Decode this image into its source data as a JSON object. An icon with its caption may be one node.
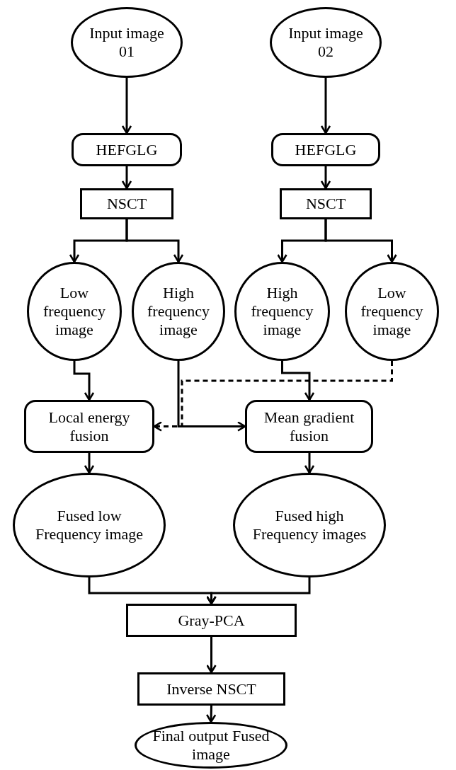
{
  "diagram": {
    "nodes": [
      {
        "text": [
          "Input image 01"
        ]
      },
      {
        "text": [
          "Input image 02"
        ]
      },
      {
        "text": [
          "HEFGLG"
        ]
      },
      {
        "text": [
          "HEFGLG"
        ]
      },
      {
        "text": [
          "NSCT"
        ]
      },
      {
        "text": [
          "NSCT"
        ]
      },
      {
        "text": [
          "Low frequency image"
        ]
      },
      {
        "text": [
          "High frequency image"
        ]
      },
      {
        "text": [
          "High frequency image"
        ]
      },
      {
        "text": [
          "Low frequency image"
        ]
      },
      {
        "text": [
          "Local energy fusion"
        ]
      },
      {
        "text": [
          "Mean gradient fusion"
        ]
      },
      {
        "text": [
          "Fused low Frequency image"
        ]
      },
      {
        "text": [
          "Fused high Frequency images"
        ]
      },
      {
        "text": [
          "Gray-PCA"
        ]
      },
      {
        "text": [
          "Inverse NSCT"
        ]
      },
      {
        "text": [
          "Final output Fused image"
        ]
      }
    ],
    "edges": [
      {
        "from": 0,
        "to": 2,
        "arrow": "to"
      },
      {
        "from": 1,
        "to": 3,
        "arrow": "to"
      },
      {
        "from": 2,
        "to": 4,
        "arrow": "to"
      },
      {
        "from": 3,
        "to": 5,
        "arrow": "to"
      },
      {
        "from": 4,
        "to": 6,
        "arrow": "to"
      },
      {
        "from": 4,
        "to": 7,
        "arrow": "to"
      },
      {
        "from": 5,
        "to": 8,
        "arrow": "to"
      },
      {
        "from": 5,
        "to": 9,
        "arrow": "to"
      },
      {
        "from": 6,
        "to": 10,
        "arrow": "to"
      },
      {
        "from": 7,
        "to": 11,
        "arrow": "to"
      },
      {
        "from": 8,
        "to": 11,
        "arrow": "to"
      },
      {
        "from": 9,
        "to": 10,
        "arrow": "to",
        "style": "dashed"
      },
      {
        "from": 10,
        "to": 12,
        "arrow": "to"
      },
      {
        "from": 11,
        "to": 13,
        "arrow": "to"
      },
      {
        "from": 12,
        "to": 14,
        "arrow": "to"
      },
      {
        "from": 13,
        "to": 14,
        "arrow": "to"
      },
      {
        "from": 14,
        "to": 15,
        "arrow": "to"
      },
      {
        "from": 15,
        "to": 16,
        "arrow": "to"
      }
    ]
  }
}
